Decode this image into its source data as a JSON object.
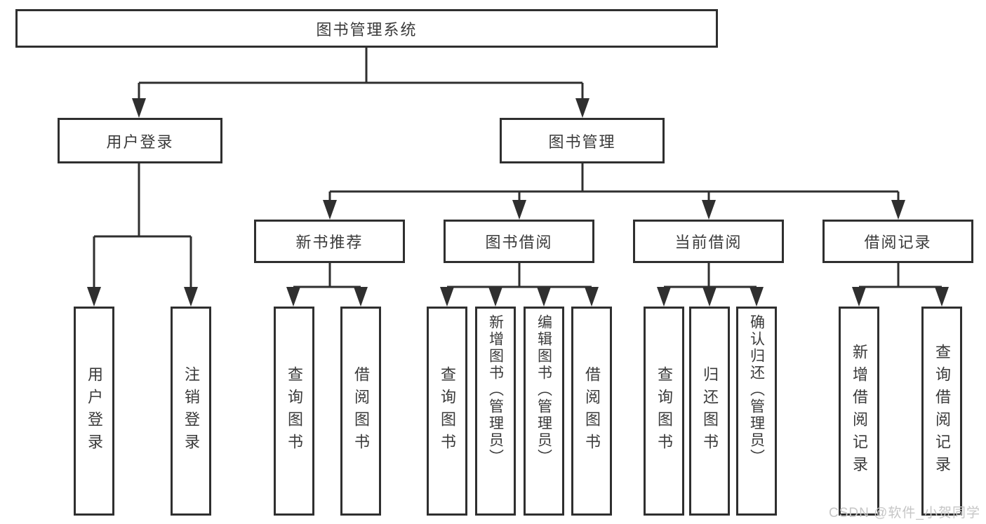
{
  "diagram": {
    "root": {
      "label": "图书管理系统"
    },
    "level2": [
      {
        "label": "用户登录"
      },
      {
        "label": "图书管理"
      }
    ],
    "level3": [
      {
        "label": "新书推荐",
        "parent": "图书管理"
      },
      {
        "label": "图书借阅",
        "parent": "图书管理"
      },
      {
        "label": "当前借阅",
        "parent": "图书管理"
      },
      {
        "label": "借阅记录",
        "parent": "图书管理"
      }
    ],
    "leaves": [
      {
        "label": "用户登录",
        "parent": "用户登录"
      },
      {
        "label": "注销登录",
        "parent": "用户登录"
      },
      {
        "label": "查询图书",
        "parent": "新书推荐"
      },
      {
        "label": "借阅图书",
        "parent": "新书推荐"
      },
      {
        "label": "查询图书",
        "parent": "图书借阅"
      },
      {
        "label": "新增图书（管理员）",
        "parent": "图书借阅"
      },
      {
        "label": "编辑图书（管理员）",
        "parent": "图书借阅"
      },
      {
        "label": "借阅图书",
        "parent": "图书借阅"
      },
      {
        "label": "查询图书",
        "parent": "当前借阅"
      },
      {
        "label": "归还图书",
        "parent": "当前借阅"
      },
      {
        "label": "确认归还（管理员）",
        "parent": "当前借阅"
      },
      {
        "label": "新增借阅记录",
        "parent": "借阅记录"
      },
      {
        "label": "查询借阅记录",
        "parent": "借阅记录"
      }
    ]
  },
  "watermark": "CSDN @软件_小贺同学",
  "colors": {
    "line": "#2f2f2f",
    "box_border": "#2f2f2f",
    "text": "#3a3a3a",
    "watermark": "#c6c6c6",
    "background": "#ffffff"
  }
}
